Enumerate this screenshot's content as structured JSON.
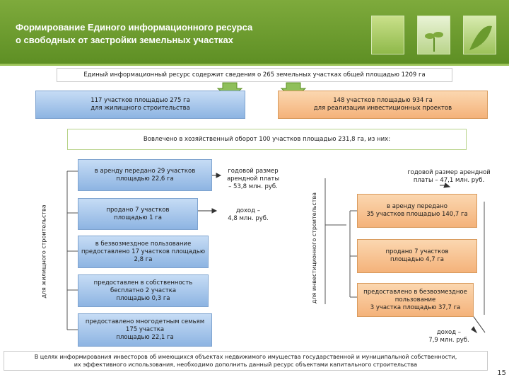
{
  "header": {
    "title_line1": "Формирование Единого информационного ресурса",
    "title_line2": "о свободных от застройки земельных участках"
  },
  "top_summary": "Единый информационный ресурс содержит сведения о 265 земельных участках общей площадью 1209 га",
  "housing_summary": [
    "117 участков площадью 275 га",
    "для жилищного строительства"
  ],
  "investment_summary": [
    "148 участков площадью 934 га",
    "для реализации инвестиционных проектов"
  ],
  "involved_summary": "Вовлечено в хозяйственный оборот 100 участков площадью 231,8 га, из них:",
  "housing_side_label": "для жилищного строительства",
  "investment_side_label": "для инвестиционного строительства",
  "housing_items": [
    [
      "в аренду передано 29 участков",
      "площадью 22,6 га"
    ],
    [
      "продано 7 участков",
      "площадью 1 га"
    ],
    [
      "в безвозмездное пользование",
      "предоставлено 17 участков площадью",
      "2,8 га"
    ],
    [
      "предоставлен в собственность",
      "бесплатно 2 участка",
      "площадью 0,3 га"
    ],
    [
      "предоставлено многодетным семьям",
      "175 участка",
      "площадью 22,1 га"
    ]
  ],
  "housing_rent_income": [
    "годовой размер",
    "арендной платы",
    "– 53,8 млн. руб."
  ],
  "housing_sale_income": [
    "доход –",
    "4,8 млн. руб."
  ],
  "investment_rent_income": [
    "годовой размер арендной",
    "платы – 47,1 млн. руб."
  ],
  "investment_items": [
    [
      "в аренду передано",
      "35 участков площадью 140,7 га"
    ],
    [
      "продано 7 участков",
      "площадью 4,7 га"
    ],
    [
      "предоставлено в безвозмездное",
      "пользование",
      "3 участка площадью 37,7 га"
    ]
  ],
  "investment_sale_income": [
    "доход –",
    "7,9 млн. руб."
  ],
  "bottom_note": [
    "В целях информирования инвесторов об имеющихся объектах недвижимого имущества государственной и муниципальной собственности,",
    "их эффективного использования, необходимо дополнить данный ресурс объектами капитального строительства"
  ],
  "page_number": "15",
  "colors": {
    "header_green": "#6a9a2e",
    "blue_fill": "#a9c8ec",
    "orange_fill": "#f7c491",
    "arrow_green": "#8fbf5a"
  }
}
